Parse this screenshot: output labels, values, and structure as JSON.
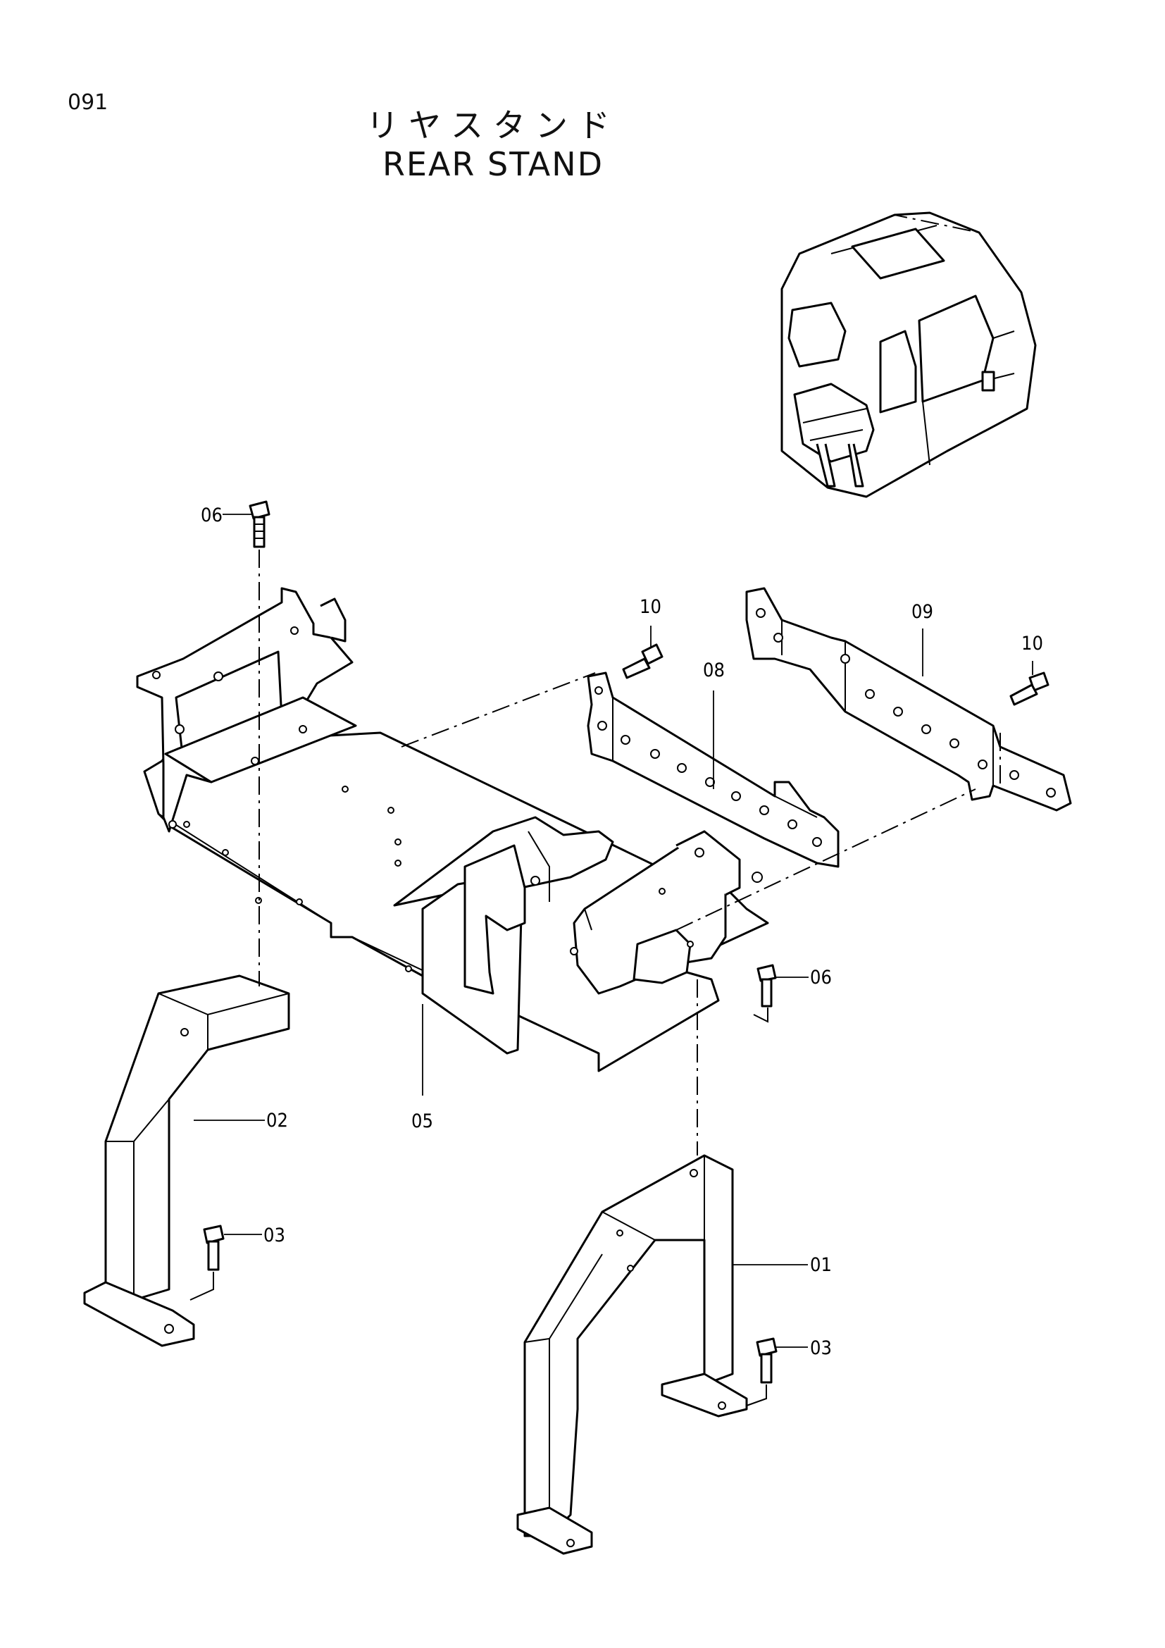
{
  "header": {
    "page_number": "091",
    "title_jp": "リヤスタンド",
    "title_en": "REAR STAND"
  },
  "callouts": [
    {
      "id": "c-06a",
      "label": "06"
    },
    {
      "id": "c-10a",
      "label": "10"
    },
    {
      "id": "c-08",
      "label": "08"
    },
    {
      "id": "c-09",
      "label": "09"
    },
    {
      "id": "c-10b",
      "label": "10"
    },
    {
      "id": "c-06b",
      "label": "06"
    },
    {
      "id": "c-05",
      "label": "05"
    },
    {
      "id": "c-02",
      "label": "02"
    },
    {
      "id": "c-03a",
      "label": "03"
    },
    {
      "id": "c-01",
      "label": "01"
    },
    {
      "id": "c-03b",
      "label": "03"
    }
  ]
}
